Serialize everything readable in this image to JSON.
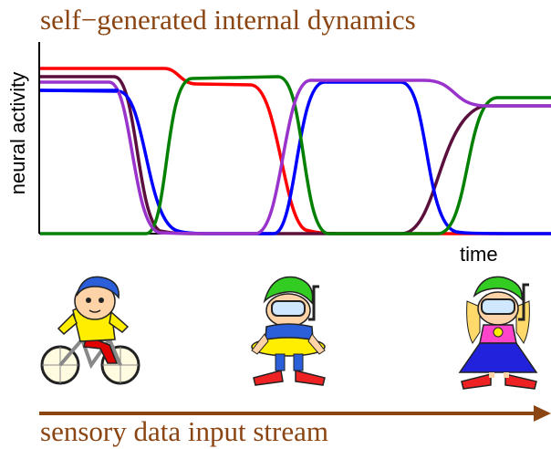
{
  "title": "self−generated internal dynamics",
  "bottom_label": "sensory data input stream",
  "axes": {
    "ylabel": "neural activity",
    "xlabel": "time"
  },
  "colors": {
    "title": "#8b4513",
    "red": "#ff0000",
    "green": "#008000",
    "blue": "#0000ff",
    "purple": "#9933cc",
    "maroon": "#5a0f3c",
    "arrow": "#8b4513"
  },
  "figures": [
    {
      "name": "gnome-on-bicycle",
      "icon": "cyclist-gnome-icon"
    },
    {
      "name": "gnome-with-snorkel-and-swim-ring",
      "icon": "snorkel-gnome-icon"
    },
    {
      "name": "girl-with-snorkel-mask",
      "icon": "snorkel-girl-icon"
    }
  ]
}
